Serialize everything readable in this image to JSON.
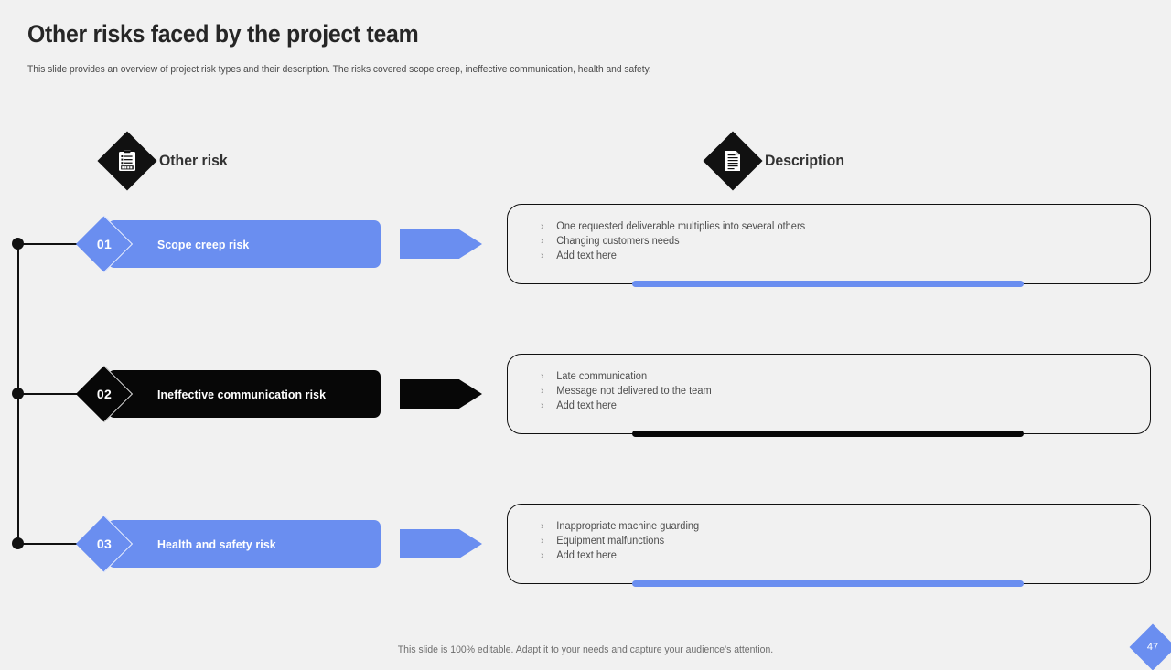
{
  "slide": {
    "title": "Other risks faced by the project team",
    "subtitle": "This slide provides an overview of project risk types and their description. The risks covered scope creep, ineffective communication, health and safety.",
    "footer_note": "This slide is 100% editable. Adapt it to your needs and capture your audience's attention.",
    "page_number": "47"
  },
  "colors": {
    "background": "#f1f1f1",
    "accent_blue": "#6a8ef0",
    "accent_black": "#070707",
    "title": "#262626",
    "body_text": "#4d4d4d"
  },
  "column_headers": [
    {
      "label": "Other risk",
      "icon": "clipboard-checklist-icon"
    },
    {
      "label": "Description",
      "icon": "document-lines-icon"
    }
  ],
  "rows": [
    {
      "number": "01",
      "risk": "Scope creep  risk",
      "color": "#6a8ef0",
      "bullets": [
        "One requested  deliverable  multiplies into several  others",
        "Changing  customers needs",
        "Add text here"
      ]
    },
    {
      "number": "02",
      "risk": "Ineffective communication risk",
      "color": "#070707",
      "bullets": [
        "Late communication",
        "Message not delivered  to the team",
        "Add text here"
      ]
    },
    {
      "number": "03",
      "risk": "Health and safety risk",
      "color": "#6a8ef0",
      "bullets": [
        "Inappropriate  machine guarding",
        "Equipment  malfunctions",
        "Add text here"
      ]
    }
  ],
  "bullet_marker": "›"
}
